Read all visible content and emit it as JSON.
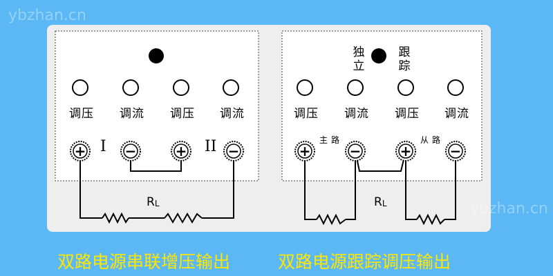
{
  "left_panel": {
    "knob_labels": [
      "调压",
      "调流",
      "调压",
      "调流"
    ],
    "channel_1": "I",
    "channel_2": "II",
    "load_label": "R",
    "load_subscript": "L"
  },
  "right_panel": {
    "mode_independent": "独立",
    "mode_tracking": "跟踪",
    "knob_labels": [
      "调压",
      "调流",
      "调压",
      "调流"
    ],
    "master_label": "主路",
    "slave_label": "从路",
    "load_label": "R",
    "load_subscript": "L"
  },
  "terminals": [
    "+",
    "−",
    "+",
    "−"
  ],
  "captions": {
    "left": "双路电源串联增压输出",
    "right": "双路电源跟踪调压输出"
  },
  "watermark": "ybzhan.cn",
  "colors": {
    "background": "#5bb8f5",
    "panel": "#eeeeee",
    "caption": "#ffe600"
  }
}
